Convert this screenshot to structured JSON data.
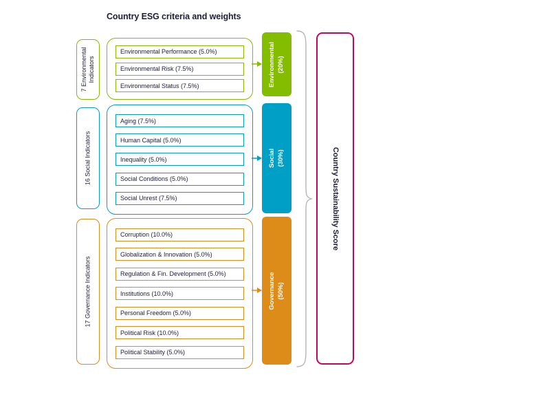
{
  "title": "Country ESG criteria and weights",
  "score_label": "Country Sustainability Score",
  "colors": {
    "environmental": "#84bd00",
    "social": "#00a0c6",
    "governance": "#dd8b19",
    "score_border": "#c30562",
    "text": "#1d1d39",
    "brace": "#b5b5b5",
    "background": "#ffffff"
  },
  "groups": [
    {
      "id": "environmental",
      "indicator_label": "7 Environmental Indicators",
      "block_label": "Environmental",
      "block_weight": "(20%)",
      "color": "#84bd00",
      "items": [
        "Environmental Performance (5.0%)",
        "Environmental Risk (7.5%)",
        "Environmental Status (7.5%)"
      ]
    },
    {
      "id": "social",
      "indicator_label": "16 Social Indicators",
      "block_label": "Social",
      "block_weight": "(30%)",
      "color": "#00a0c6",
      "items": [
        "Aging (7.5%)",
        "Human Capital (5.0%)",
        "Inequality (5.0%)",
        "Social Conditions (5.0%)",
        "Social Unrest (7.5%)"
      ]
    },
    {
      "id": "governance",
      "indicator_label": "17 Governance Indicators",
      "block_label": "Governance",
      "block_weight": "(50%)",
      "color": "#dd8b19",
      "items": [
        "Corruption (10.0%)",
        "Globalization & Innovation (5.0%)",
        "Regulation & Fin. Development (5.0%)",
        "Institutions (10.0%)",
        "Personal Freedom (5.0%)",
        "Political Risk (10.0%)",
        "Political Stability (5.0%)"
      ]
    }
  ]
}
